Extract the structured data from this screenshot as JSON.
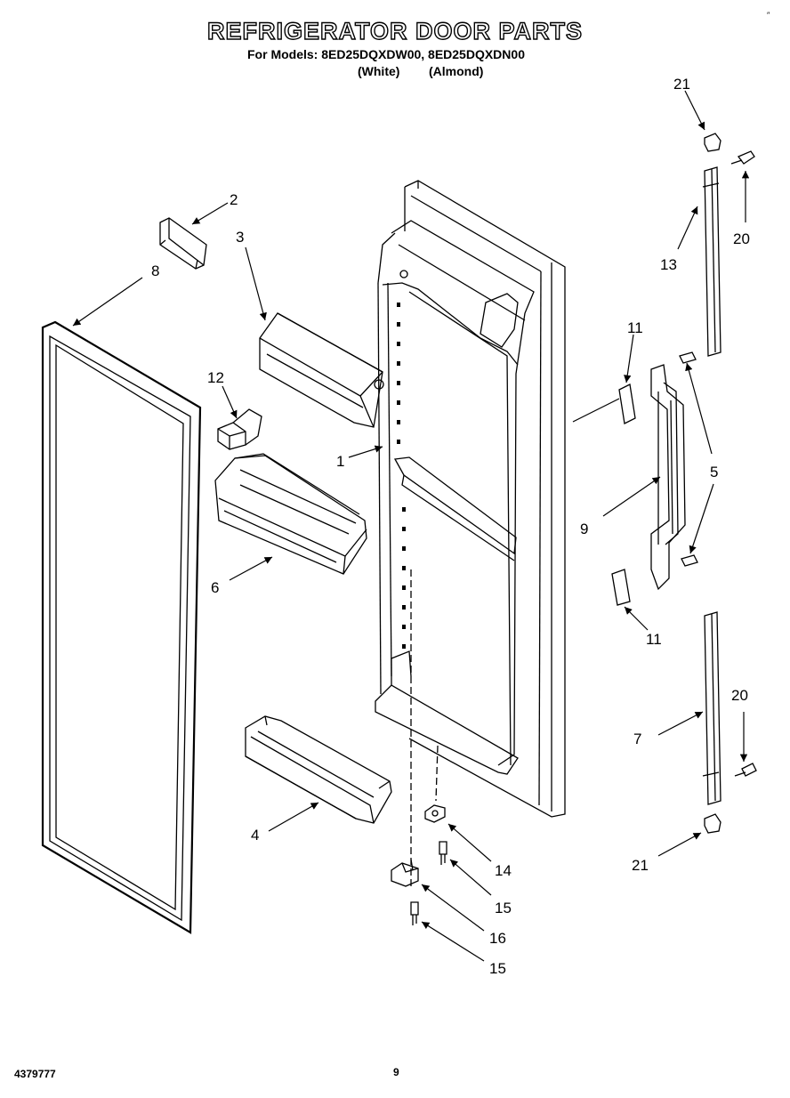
{
  "header": {
    "title": "REFRIGERATOR DOOR PARTS",
    "models_line": "For Models: 8ED25DQXDW00, 8ED25DQXDN00",
    "finish_white": "(White)",
    "finish_almond": "(Almond)",
    "corner_mark": "″"
  },
  "callouts": {
    "c1": "1",
    "c2": "2",
    "c3": "3",
    "c4": "4",
    "c5": "5",
    "c6": "6",
    "c7": "7",
    "c8": "8",
    "c9": "9",
    "c11a": "11",
    "c11b": "11",
    "c12": "12",
    "c13": "13",
    "c14": "14",
    "c15a": "15",
    "c15b": "15",
    "c16": "16",
    "c20a": "20",
    "c20b": "20",
    "c21a": "21",
    "c21b": "21"
  },
  "footer": {
    "doc_number": "4379777",
    "page_number": "9"
  }
}
